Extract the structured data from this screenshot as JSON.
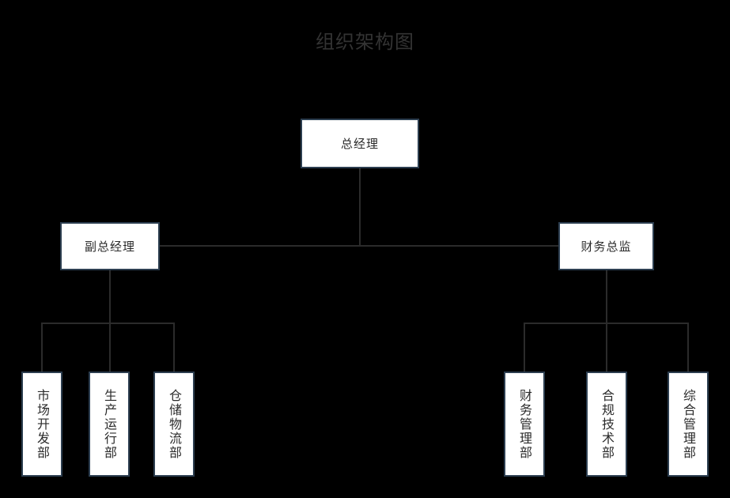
{
  "page": {
    "title": "组织架构图",
    "background_color": "#000000",
    "title_color": "#333333",
    "node_fill": "#ffffff",
    "node_border_color": "#2c3e50",
    "connector_color": "#2b2b2b"
  },
  "chart_data": {
    "type": "diagram",
    "diagram_type": "org-chart",
    "title": "组织架构图",
    "orientation": "top-down",
    "levels": 3,
    "nodes": [
      {
        "id": "gm",
        "label": "总经理",
        "level": 1,
        "parent": null,
        "text_orientation": "horizontal"
      },
      {
        "id": "deputy-gm",
        "label": "副总经理",
        "level": 2,
        "parent": "gm",
        "text_orientation": "horizontal"
      },
      {
        "id": "cfo",
        "label": "财务总监",
        "level": 2,
        "parent": "gm",
        "text_orientation": "horizontal"
      },
      {
        "id": "market",
        "label": "市场开发部",
        "level": 3,
        "parent": "deputy-gm",
        "text_orientation": "vertical"
      },
      {
        "id": "prod",
        "label": "生产运行部",
        "level": 3,
        "parent": "deputy-gm",
        "text_orientation": "vertical"
      },
      {
        "id": "logistics",
        "label": "仓储物流部",
        "level": 3,
        "parent": "deputy-gm",
        "text_orientation": "vertical"
      },
      {
        "id": "finance",
        "label": "财务管理部",
        "level": 3,
        "parent": "cfo",
        "text_orientation": "vertical"
      },
      {
        "id": "compliance",
        "label": "合规技术部",
        "level": 3,
        "parent": "cfo",
        "text_orientation": "vertical"
      },
      {
        "id": "general",
        "label": "综合管理部",
        "level": 3,
        "parent": "cfo",
        "text_orientation": "vertical"
      }
    ],
    "edges": [
      {
        "from": "gm",
        "to": "deputy-gm"
      },
      {
        "from": "gm",
        "to": "cfo"
      },
      {
        "from": "deputy-gm",
        "to": "market"
      },
      {
        "from": "deputy-gm",
        "to": "prod"
      },
      {
        "from": "deputy-gm",
        "to": "logistics"
      },
      {
        "from": "cfo",
        "to": "finance"
      },
      {
        "from": "cfo",
        "to": "compliance"
      },
      {
        "from": "cfo",
        "to": "general"
      }
    ]
  },
  "nodes": {
    "gm": "总经理",
    "deputy_gm": "副总经理",
    "cfo": "财务总监",
    "market": "市场开发部",
    "prod": "生产运行部",
    "logistics": "仓储物流部",
    "finance": "财务管理部",
    "compliance": "合规技术部",
    "general": "综合管理部"
  }
}
